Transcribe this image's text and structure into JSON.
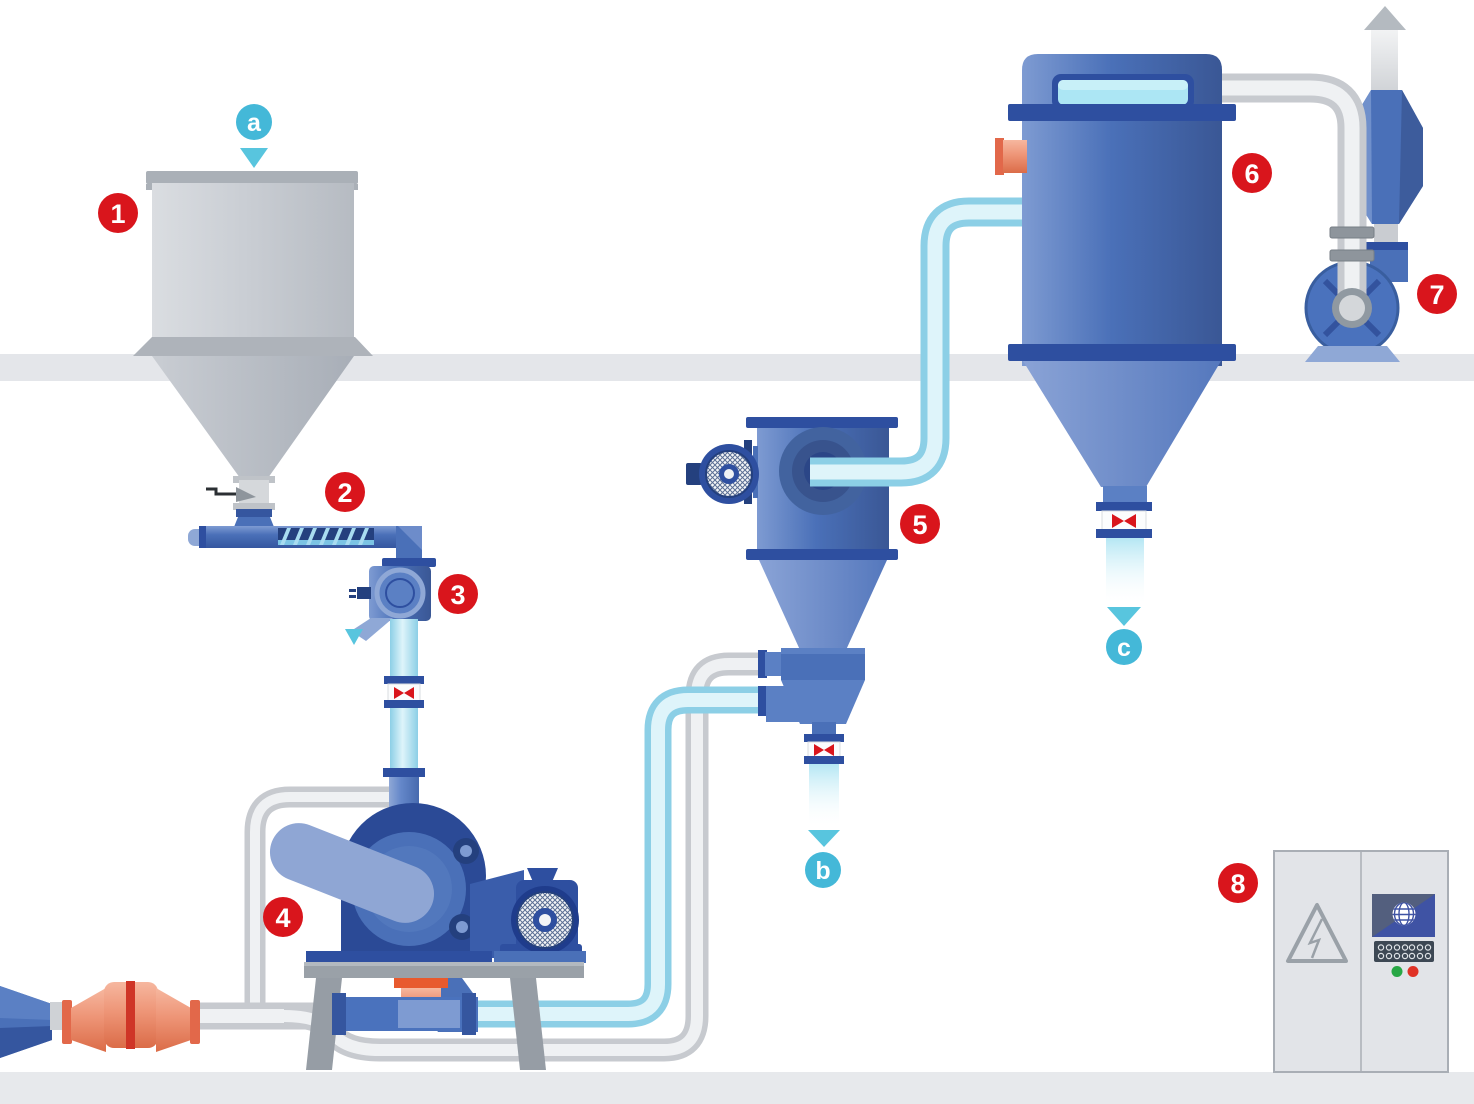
{
  "colors": {
    "badge_red": "#d9151c",
    "badge_cyan": "#44b8d8",
    "arrow_cyan": "#58c5de",
    "exhaust_gray": "#b4bac0",
    "valve_red": "#d9151c",
    "equipment_blue": "#4a70b8",
    "equipment_dark_blue": "#2e4fa0",
    "equipment_light_blue": "#8fa6d4",
    "pipe_cyan": "#8ccfe6",
    "pipe_gray": "#c7cacf",
    "silencer_orange": "#ee9577",
    "silencer_red_band": "#cf3527",
    "hopper_gray": "#c9ccd2",
    "floor_gray": "#e4e6ea",
    "stand_gray": "#9aa1a8",
    "led_green": "#28a745",
    "led_red": "#e03226"
  },
  "badges": [
    {
      "id": "step-1",
      "label": "1"
    },
    {
      "id": "step-2",
      "label": "2"
    },
    {
      "id": "step-3",
      "label": "3"
    },
    {
      "id": "step-4",
      "label": "4"
    },
    {
      "id": "step-5",
      "label": "5"
    },
    {
      "id": "step-6",
      "label": "6"
    },
    {
      "id": "step-7",
      "label": "7"
    },
    {
      "id": "step-8",
      "label": "8"
    },
    {
      "id": "point-a",
      "label": "a"
    },
    {
      "id": "point-b",
      "label": "b"
    },
    {
      "id": "point-c",
      "label": "c"
    }
  ]
}
